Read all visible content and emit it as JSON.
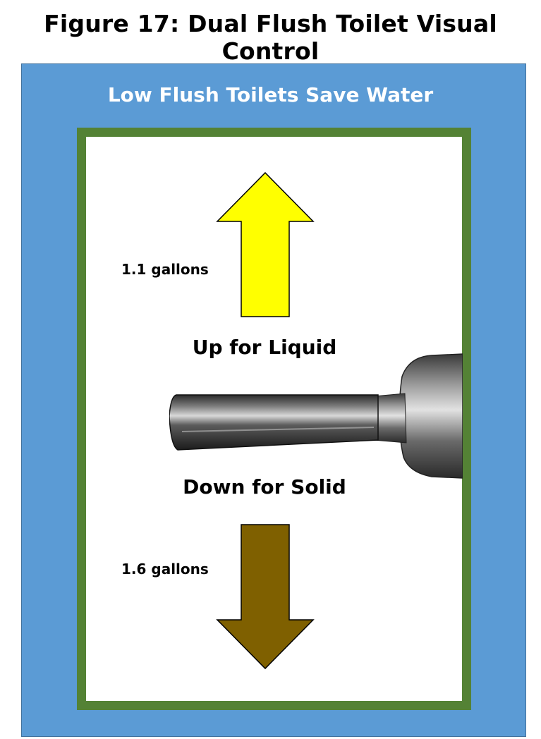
{
  "figure": {
    "title": "Figure 17: Dual Flush Toilet Visual Control"
  },
  "poster": {
    "heading": "Low Flush Toilets Save Water",
    "liquid": {
      "gallons": "1.1 gallons",
      "direction": "Up for Liquid",
      "arrow_color": "#ffff00"
    },
    "solid": {
      "gallons": "1.6 gallons",
      "direction": "Down for Solid",
      "arrow_color": "#7f6000"
    },
    "colors": {
      "background": "#5b9bd5",
      "frame": "#548235"
    }
  }
}
